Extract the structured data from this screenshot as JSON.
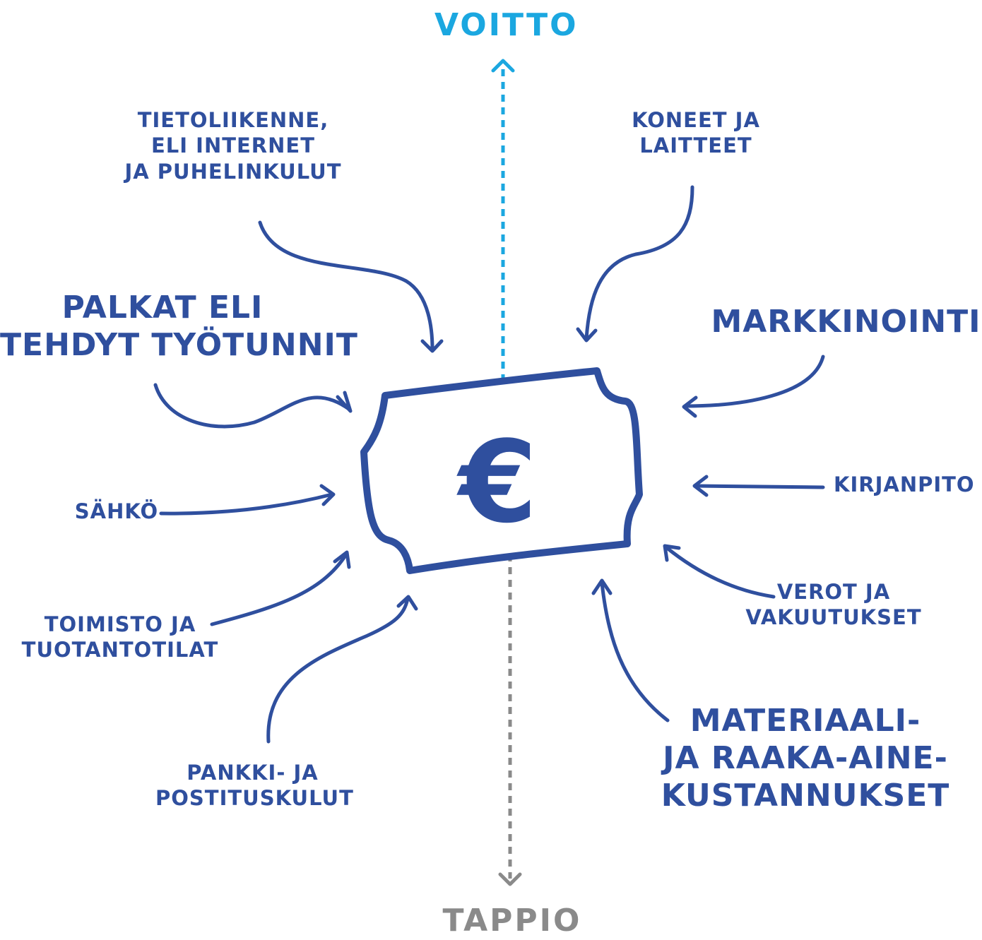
{
  "axis": {
    "top_label": "VOITTO",
    "bottom_label": "TAPPIO"
  },
  "center_symbol": "€",
  "labels": {
    "tietoliikenne": [
      "TIETOLIIKENNE,",
      "ELI INTERNET",
      "JA PUHELINKULUT"
    ],
    "koneet": [
      "KONEET JA",
      "LAITTEET"
    ],
    "palkat": [
      "PALKAT ELI",
      "TEHDYT TYÖTUNNIT"
    ],
    "markkinointi": [
      "MARKKINOINTI"
    ],
    "kirjanpito": [
      "KIRJANPITO"
    ],
    "sahko": [
      "SÄHKÖ"
    ],
    "verot": [
      "VEROT JA",
      "VAKUUTUKSET"
    ],
    "toimisto": [
      "TOIMISTO JA",
      "TUOTANTOTILAT"
    ],
    "materiaali": [
      "MATERIAALI-",
      "JA RAAKA-AINE-",
      "KUSTANNUKSET"
    ],
    "pankki": [
      "PANKKI- JA",
      "POSTITUSKULUT"
    ]
  },
  "colors": {
    "primary": "#2f4f9e",
    "profit": "#1ba7e0",
    "loss": "#8a8a8a"
  }
}
